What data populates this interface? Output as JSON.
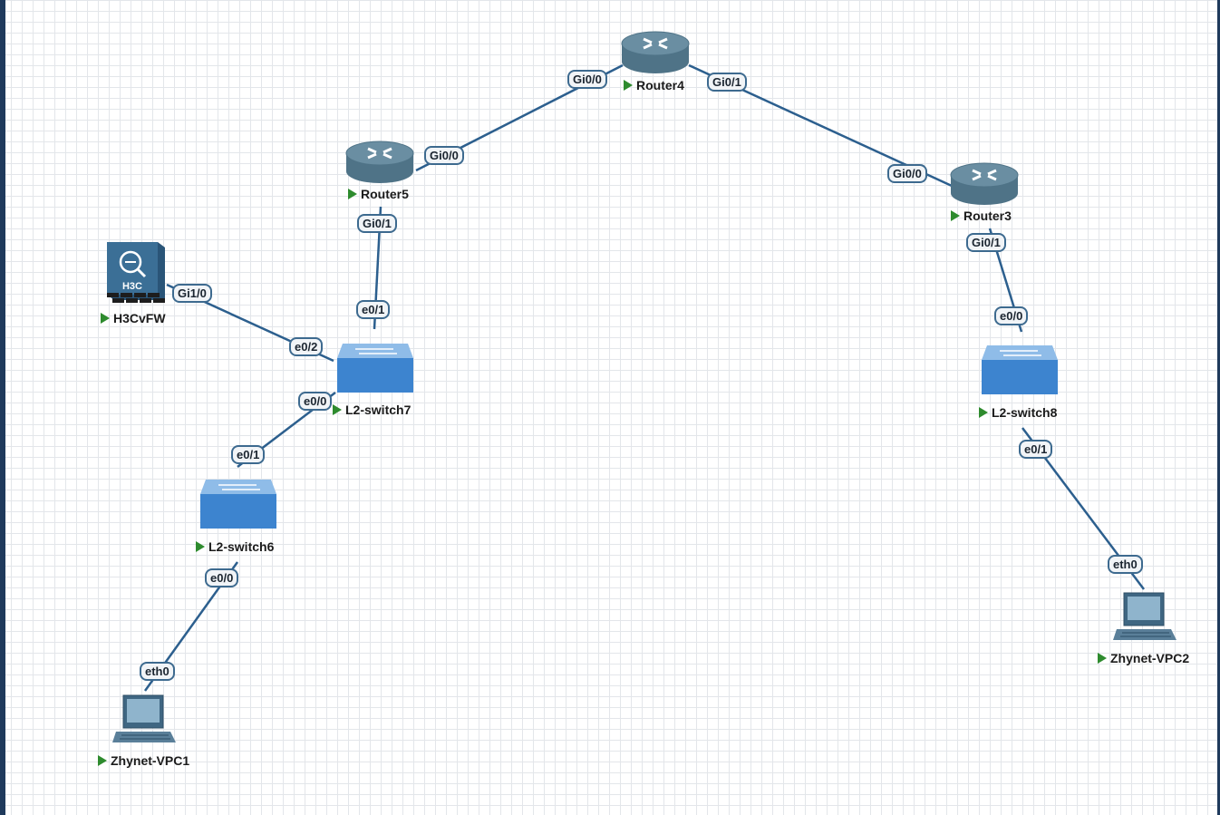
{
  "nodes": {
    "router4": {
      "label": "Router4",
      "icon": "router-icon"
    },
    "router5": {
      "label": "Router5",
      "icon": "router-icon"
    },
    "router3": {
      "label": "Router3",
      "icon": "router-icon"
    },
    "firewall": {
      "label": "H3CvFW",
      "icon": "firewall-icon",
      "brand": "H3C"
    },
    "switch7": {
      "label": "L2-switch7",
      "icon": "switch-icon"
    },
    "switch6": {
      "label": "L2-switch6",
      "icon": "switch-icon"
    },
    "switch8": {
      "label": "L2-switch8",
      "icon": "switch-icon"
    },
    "vpc1": {
      "label": "Zhynet-VPC1",
      "icon": "pc-icon"
    },
    "vpc2": {
      "label": "Zhynet-VPC2",
      "icon": "pc-icon"
    }
  },
  "ports": {
    "r4_gi00": "Gi0/0",
    "r4_gi01": "Gi0/1",
    "r5_gi00": "Gi0/0",
    "r5_gi01": "Gi0/1",
    "r3_gi00": "Gi0/0",
    "r3_gi01": "Gi0/1",
    "fw_gi10": "Gi1/0",
    "sw7_e02": "e0/2",
    "sw7_e01": "e0/1",
    "sw7_e00": "e0/0",
    "sw6_e01": "e0/1",
    "sw6_e00": "e0/0",
    "sw8_e00": "e0/0",
    "sw8_e01": "e0/1",
    "vpc1_eth0": "eth0",
    "vpc2_eth0": "eth0"
  },
  "colors": {
    "link": "#2c5f8e",
    "running": "#2e8b2e",
    "router": "#5a7d92",
    "switch": "#4a90d9"
  }
}
